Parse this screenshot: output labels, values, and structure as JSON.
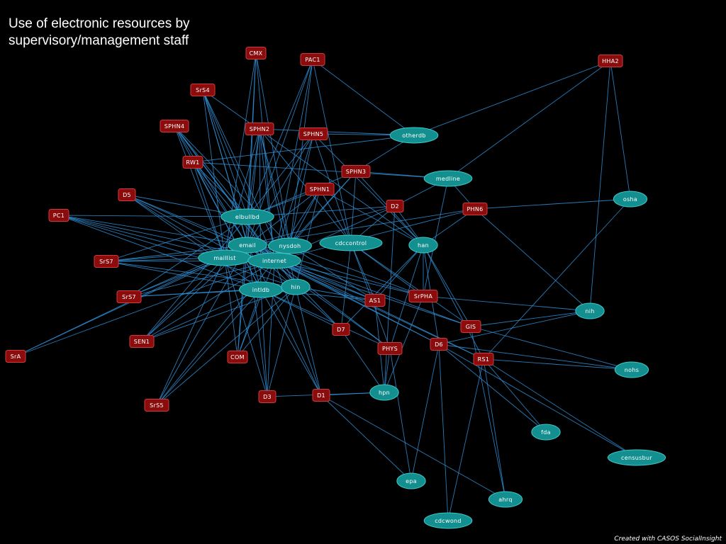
{
  "title_lines": [
    "Use of electronic resources by",
    "supervisory/management staff"
  ],
  "credit": "Created with CASOS SocialInsight",
  "colors": {
    "background": "#000000",
    "staff_fill": "#8a0c0c",
    "staff_stroke": "#d23a3a",
    "resource_fill": "#138f8f",
    "resource_stroke": "#3fc9c9",
    "edge": "#2f8fd6"
  },
  "staff_nodes": [
    "CMX",
    "PAC1",
    "HHA2",
    "SrS4",
    "SPHN4",
    "SPHN2",
    "SPHN5",
    "RW1",
    "SPHN3",
    "D5",
    "SPHN1",
    "D2",
    "PHN6",
    "PC1",
    "SrS7",
    "SrS7",
    "AS1",
    "SrPHA",
    "D7",
    "GIS",
    "SEN1",
    "PHYS",
    "D6",
    "SrA",
    "COM",
    "RS1",
    "D3",
    "D1",
    "SrS5"
  ],
  "resource_nodes": [
    "otherdb",
    "medline",
    "osha",
    "elbullbd",
    "email",
    "nysdoh",
    "cdccontrol",
    "han",
    "maillist",
    "internet",
    "intldb",
    "hin",
    "nih",
    "nohs",
    "hpn",
    "fda",
    "censusbur",
    "epa",
    "ahrq",
    "cdcwond"
  ]
}
